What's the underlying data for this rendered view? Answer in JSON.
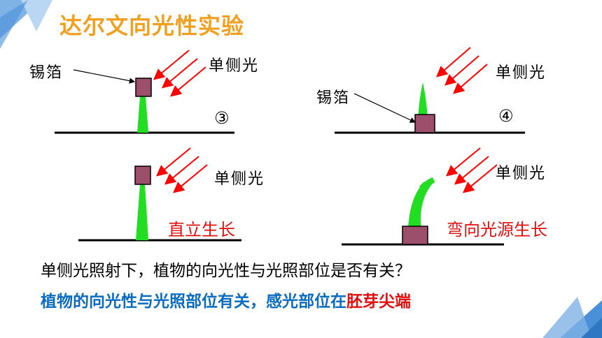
{
  "title": "达尔文向光性实验",
  "labels": {
    "foil": "锡箔",
    "light": "单侧光",
    "exp3": "③",
    "exp4": "④",
    "upright": "直立生长",
    "bend": "弯向光源生长"
  },
  "question": "单侧光照射下，植物的向光性与光照部位是否有关？",
  "answer": {
    "main": "植物的向光性与光照部位有关，感光部位在",
    "highlight": "胚芽尖端"
  },
  "colors": {
    "title": "#f0a020",
    "plant": "#22dd22",
    "foil": "#9b4f6b",
    "light_arrow": "#ff0000",
    "answer_blue": "#0a6cc0",
    "highlight_red": "#e01010",
    "corner_blue": "#4a90d9"
  }
}
